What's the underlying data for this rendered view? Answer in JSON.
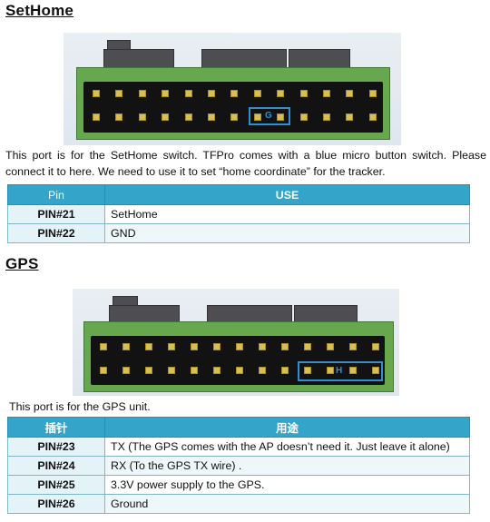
{
  "sethome": {
    "heading": "SetHome",
    "description": "This port is for the SetHome switch. TFPro comes with a blue micro button switch. Please connect it to here. We need to use it to set “home coordinate” for the tracker.",
    "diagram_label": "G",
    "table": {
      "header_pin": "Pin",
      "header_use": "USE",
      "rows": [
        {
          "pin": "PIN#21",
          "use": "SetHome"
        },
        {
          "pin": "PIN#22",
          "use": "GND"
        }
      ]
    }
  },
  "gps": {
    "heading": "GPS",
    "description": "This port is for the GPS unit.",
    "diagram_label": "H",
    "table": {
      "header_pin": "插针",
      "header_use": "用途",
      "rows": [
        {
          "pin": "PIN#23",
          "use": "TX (The GPS comes with the AP doesn’t need it. Just leave it alone)"
        },
        {
          "pin": "PIN#24",
          "use": "RX (To the GPS TX wire) ."
        },
        {
          "pin": "PIN#25",
          "use": "3.3V power supply to the GPS."
        },
        {
          "pin": "PIN#26",
          "use": "Ground"
        }
      ]
    }
  },
  "colors": {
    "table_header": "#34a4c9",
    "board_green": "#67a84f",
    "highlight_blue": "#2f8fd0"
  }
}
